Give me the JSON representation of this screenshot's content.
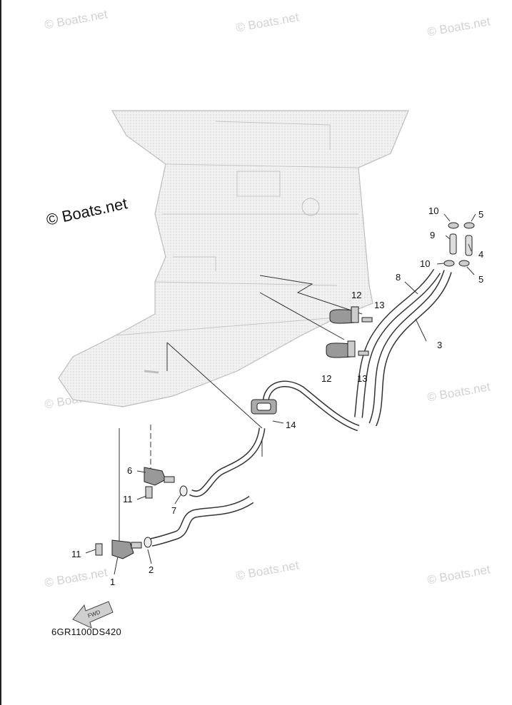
{
  "watermark": "© Boats.net",
  "diagram_code": "6GR1100DS420",
  "arrow_label": "FWD",
  "callouts": {
    "c1": "1",
    "c2": "2",
    "c3": "3",
    "c4": "4",
    "c5a": "5",
    "c5b": "5",
    "c6": "6",
    "c7": "7",
    "c8": "8",
    "c9": "9",
    "c10a": "10",
    "c10b": "10",
    "c11a": "11",
    "c11b": "11",
    "c12a": "12",
    "c12b": "12",
    "c13a": "13",
    "c13b": "13",
    "c14": "14"
  }
}
